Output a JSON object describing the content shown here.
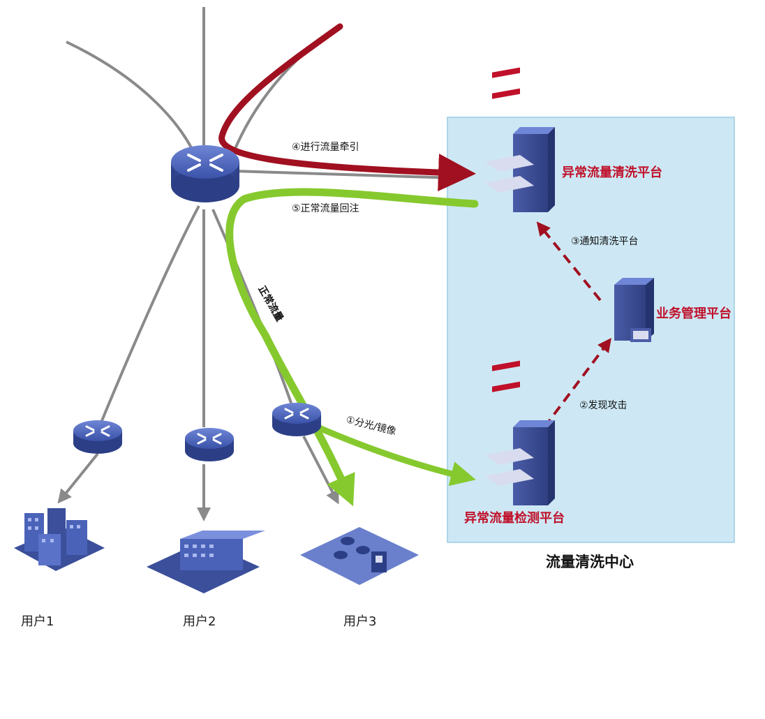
{
  "center": {
    "title": "流量清洗中心",
    "cleaning_platform": "异常流量清洗平台",
    "management_platform": "业务管理平台",
    "detection_platform": "异常流量检测平台"
  },
  "steps": {
    "step1": "①分光/镜像",
    "step2": "②发现攻击",
    "step3": "③通知清洗平台",
    "step4": "④进行流量牵引",
    "step5": "⑤正常流量回注"
  },
  "flows": {
    "normal_traffic": "正常流量"
  },
  "users": [
    "用户1",
    "用户2",
    "用户3"
  ],
  "colors": {
    "center_bg": "#cde8f4",
    "attack_red": "#a01020",
    "normal_green": "#86c92e",
    "label_red": "#c0102a",
    "link_gray": "#8a8a8a",
    "device_blue": "#3b4f9a"
  }
}
